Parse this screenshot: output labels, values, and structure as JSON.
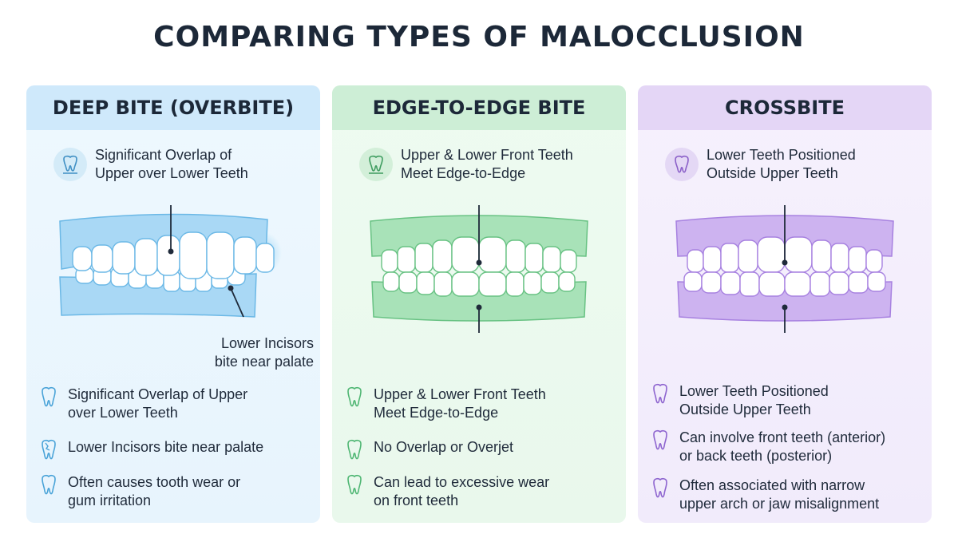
{
  "title": "COMPARING TYPES OF MALOCCLUSION",
  "colors": {
    "deep_bite": "#5fb7e8",
    "edge_to_edge": "#62c886",
    "crossbite": "#a67fe0",
    "text": "#1f2a3a"
  },
  "panels": [
    {
      "heading": "DEEP BITE (OVERBITE)",
      "callout_icon": "tooth-measure-icon",
      "callout_line1": "Significant Overlap of",
      "callout_line2": "Upper over Lower Teeth",
      "side_label_line1": "Lower Incisors",
      "side_label_line2": "bite near palate",
      "items": [
        {
          "icon": "tooth-icon",
          "line1": "Significant Overlap of Upper",
          "line2": "over Lower Teeth"
        },
        {
          "icon": "chipped-tooth-icon",
          "line1": "Lower Incisors bite near palate",
          "line2": ""
        },
        {
          "icon": "tooth-icon",
          "line1": "Often causes tooth wear or",
          "line2": "gum irritation"
        }
      ]
    },
    {
      "heading": "EDGE-TO-EDGE BITE",
      "callout_icon": "tooth-measure-icon",
      "callout_line1": "Upper & Lower Front Teeth",
      "callout_line2": "Meet Edge-to-Edge",
      "items": [
        {
          "icon": "tooth-icon",
          "line1": "Upper & Lower Front Teeth",
          "line2": "Meet Edge-to-Edge"
        },
        {
          "icon": "tooth-icon",
          "line1": "No Overlap or Overjet",
          "line2": ""
        },
        {
          "icon": "tooth-icon",
          "line1": "Can lead to excessive wear",
          "line2": "on front teeth"
        }
      ]
    },
    {
      "heading": "CROSSBITE",
      "callout_icon": "tooth-icon",
      "callout_line1": "Lower Teeth Positioned",
      "callout_line2": "Outside Upper Teeth",
      "items": [
        {
          "icon": "tooth-icon",
          "line1": "Lower Teeth Positioned",
          "line2": "Outside Upper Teeth"
        },
        {
          "icon": "tooth-icon",
          "line1": "Can involve front teeth (anterior)",
          "line2": "or back teeth (posterior)"
        },
        {
          "icon": "tooth-icon",
          "line1": "Often associated with narrow",
          "line2": "upper arch or jaw misalignment"
        }
      ]
    }
  ]
}
